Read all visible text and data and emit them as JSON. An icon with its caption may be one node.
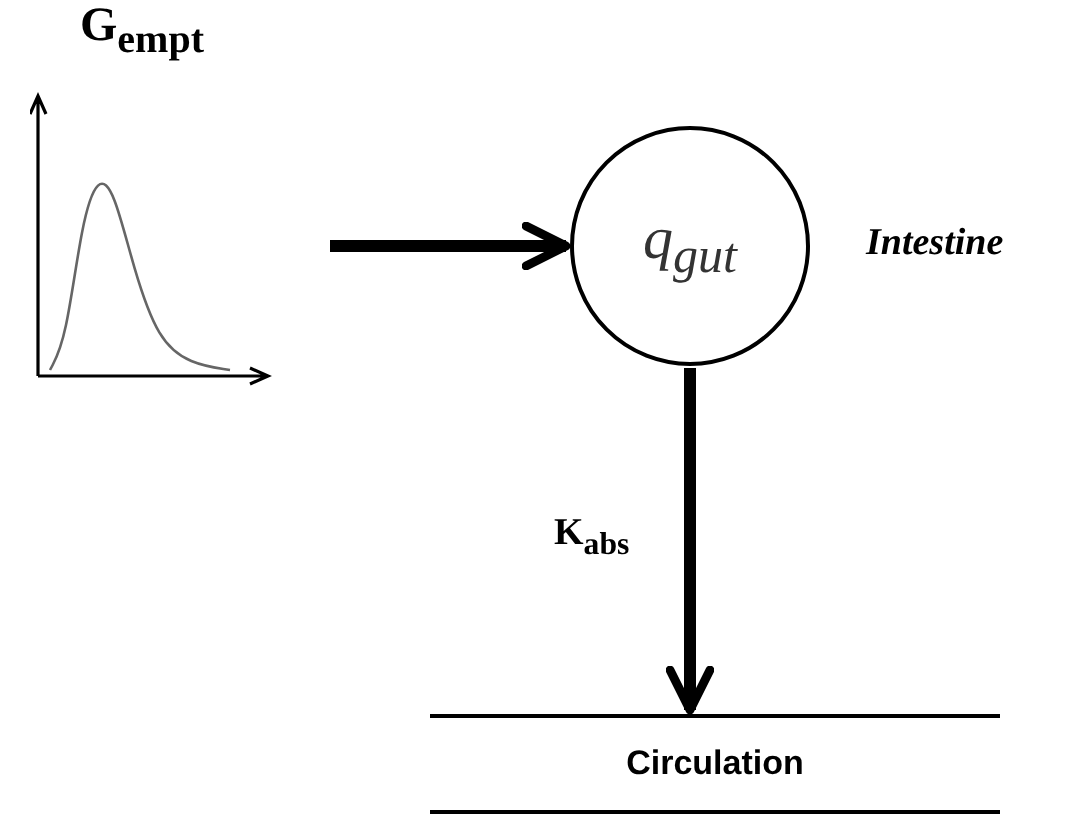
{
  "diagram": {
    "nodes": [
      {
        "text": [
          "G$_{empt}$"
        ]
      },
      {
        "text": [
          "q$_{gut}$"
        ],
        "beside": [
          "Intestine"
        ]
      },
      {
        "text": [
          "Circulation"
        ]
      }
    ],
    "edges": [
      {
        "from": 0,
        "to": 1,
        "arrow": "to"
      },
      {
        "from": 1,
        "to": 2,
        "arrow": "to",
        "label": "K$_{abs}$"
      }
    ]
  }
}
